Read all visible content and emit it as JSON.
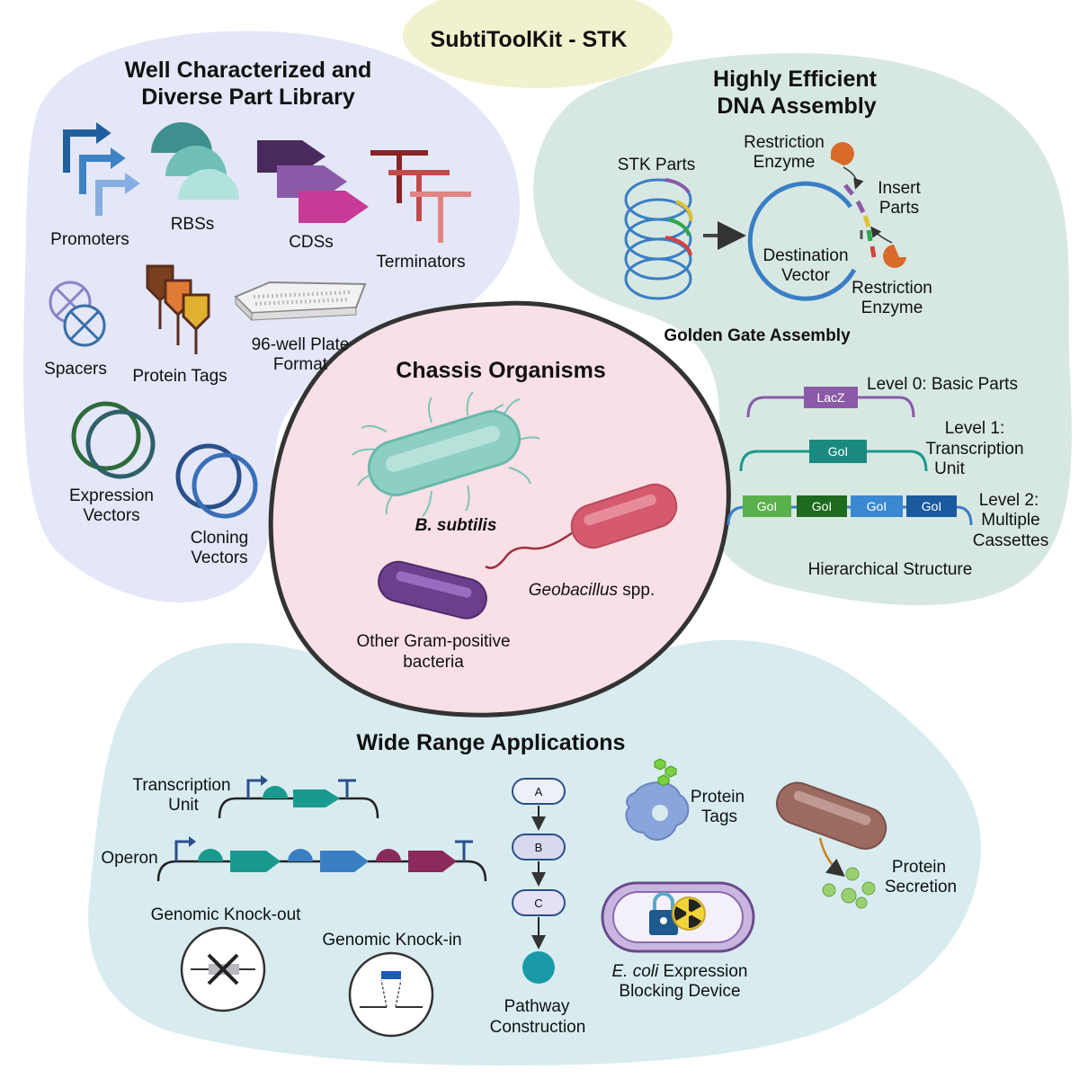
{
  "title": "SubtiToolKit - STK",
  "library": {
    "heading_line1": "Well Characterized and",
    "heading_line2": "Diverse Part Library",
    "promoters": "Promoters",
    "rbss": "RBSs",
    "cdss": "CDSs",
    "terminators": "Terminators",
    "spacers": "Spacers",
    "protein_tags": "Protein Tags",
    "plate_line1": "96-well Plate",
    "plate_line2": "Format",
    "expression_line1": "Expression",
    "expression_line2": "Vectors",
    "cloning_line1": "Cloning",
    "cloning_line2": "Vectors"
  },
  "assembly": {
    "heading_line1": "Highly Efficient",
    "heading_line2": "DNA Assembly",
    "stk_parts": "STK Parts",
    "restriction_enzyme_line1": "Restriction",
    "restriction_enzyme_line2": "Enzyme",
    "insert_line1": "Insert",
    "insert_line2": "Parts",
    "destination_line1": "Destination",
    "destination_line2": "Vector",
    "golden_gate": "Golden Gate Assembly",
    "level0": "Level 0: Basic Parts",
    "level1_line1": "Level 1:",
    "level1_line2": "Transcription",
    "level1_line3": "Unit",
    "level2_line1": "Level 2:",
    "level2_line2": "Multiple",
    "level2_line3": "Cassettes",
    "lacz": "LacZ",
    "goi": "GoI",
    "hierarchical": "Hierarchical Structure"
  },
  "chassis": {
    "heading": "Chassis Organisms",
    "bsubtilis": "B. subtilis",
    "geobacillus": "Geobacillus",
    "geobacillus_suffix": " spp.",
    "other_line1": "Other Gram-positive",
    "other_line2": "bacteria"
  },
  "applications": {
    "heading": "Wide Range Applications",
    "tu_line1": "Transcription",
    "tu_line2": "Unit",
    "operon": "Operon",
    "knockout": "Genomic Knock-out",
    "knockin": "Genomic Knock-in",
    "node_a": "A",
    "node_b": "B",
    "node_c": "C",
    "pathway_line1": "Pathway",
    "pathway_line2": "Construction",
    "tags_line1": "Protein",
    "tags_line2": "Tags",
    "ecoli": "E. coli",
    "ecoli_suffix": " Expression",
    "blocking": "Blocking Device",
    "secretion_line1": "Protein",
    "secretion_line2": "Secretion"
  },
  "colors": {
    "library_bg": "#e3e7f7",
    "assembly_bg": "#d7e8e3",
    "chassis_bg": "#f9dfe6",
    "applications_bg": "#d8ecf0",
    "title_bg": "#f2f1cd",
    "bsubtilis": "#8ecfc4",
    "geobacillus": "#d65a6e",
    "gram_positive": "#6b3f8c",
    "secretion_cell": "#9b6b62"
  }
}
